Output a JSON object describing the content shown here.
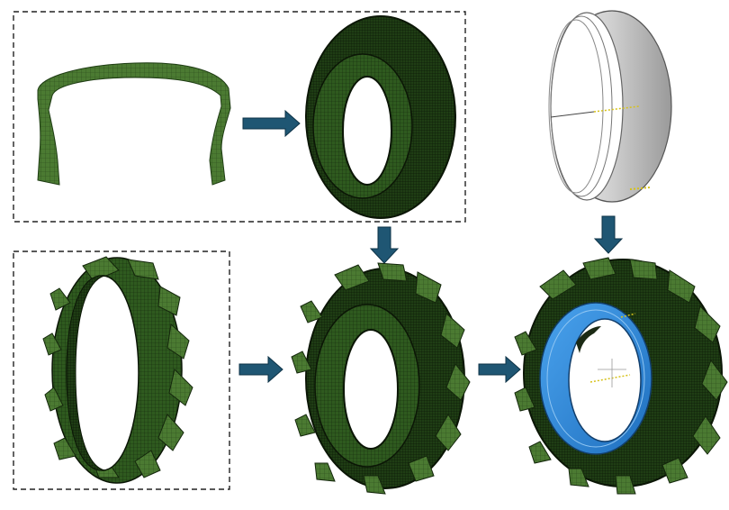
{
  "colors": {
    "mesh_green": "#2f5a1f",
    "mesh_green_dark": "#14270c",
    "mesh_green_light": "#4b7a32",
    "arrow_blue": "#1f5673",
    "rim_blue": "#2f86d6",
    "rim_gray": "#d9d9d9",
    "dashed_border": "#222222",
    "annotation_yellow": "#d6c21a"
  },
  "diagram": {
    "stages": [
      {
        "id": "tire-cross-section",
        "icon": "tire-cross-section-icon"
      },
      {
        "id": "smooth-tire-carcass",
        "icon": "tire-carcass-icon"
      },
      {
        "id": "tread-lug-ring",
        "icon": "tread-ring-icon"
      },
      {
        "id": "assembled-lugged-tire",
        "icon": "lugged-tire-icon"
      },
      {
        "id": "wheel-rim",
        "icon": "rim-icon"
      },
      {
        "id": "tire-on-rim-assembly",
        "icon": "tire-rim-assembly-icon"
      }
    ],
    "arrows": [
      {
        "from": "tire-cross-section",
        "to": "smooth-tire-carcass",
        "direction": "right"
      },
      {
        "from": "smooth-tire-carcass",
        "to": "assembled-lugged-tire",
        "direction": "down"
      },
      {
        "from": "tread-lug-ring",
        "to": "assembled-lugged-tire",
        "direction": "right"
      },
      {
        "from": "assembled-lugged-tire",
        "to": "tire-on-rim-assembly",
        "direction": "right"
      },
      {
        "from": "wheel-rim",
        "to": "tire-on-rim-assembly",
        "direction": "down"
      }
    ],
    "groups": [
      {
        "id": "carcass-generation-box",
        "members": [
          "tire-cross-section",
          "smooth-tire-carcass"
        ],
        "style": "dashed"
      },
      {
        "id": "tread-generation-box",
        "members": [
          "tread-lug-ring"
        ],
        "style": "dashed"
      }
    ]
  }
}
